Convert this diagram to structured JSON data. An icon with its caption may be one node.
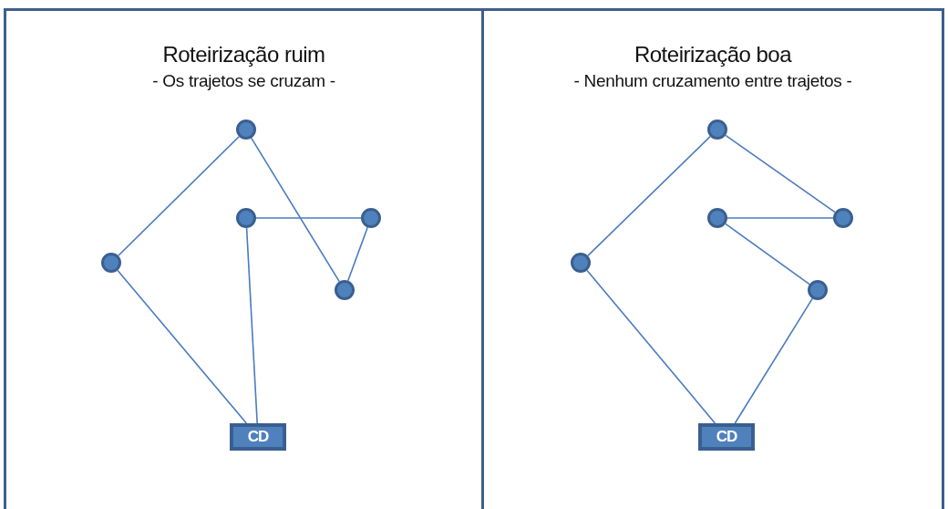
{
  "diagram": {
    "nodes": [
      {
        "text": [
          "Roteirização ruim",
          "- Os trajetos se cruzam -"
        ]
      },
      {
        "text": [],
        "shape": "circle",
        "in": 0
      },
      {
        "text": [],
        "shape": "circle",
        "in": 0
      },
      {
        "text": [],
        "shape": "circle",
        "in": 0
      },
      {
        "text": [],
        "shape": "circle",
        "in": 0
      },
      {
        "text": [],
        "shape": "circle",
        "in": 0
      },
      {
        "text": [
          "CD"
        ],
        "in": 0
      },
      {
        "text": [
          "Roteirização boa",
          "- Nenhum cruzamento entre trajetos -"
        ]
      },
      {
        "text": [],
        "shape": "circle",
        "in": 7
      },
      {
        "text": [],
        "shape": "circle",
        "in": 7
      },
      {
        "text": [],
        "shape": "circle",
        "in": 7
      },
      {
        "text": [],
        "shape": "circle",
        "in": 7
      },
      {
        "text": [],
        "shape": "circle",
        "in": 7
      },
      {
        "text": [
          "CD"
        ],
        "in": 7
      }
    ],
    "edges": [
      {
        "from": 6,
        "to": 4,
        "arrow": "none"
      },
      {
        "from": 4,
        "to": 1,
        "arrow": "none"
      },
      {
        "from": 1,
        "to": 5,
        "arrow": "none"
      },
      {
        "from": 5,
        "to": 3,
        "arrow": "none"
      },
      {
        "from": 3,
        "to": 2,
        "arrow": "none"
      },
      {
        "from": 2,
        "to": 6,
        "arrow": "none"
      },
      {
        "from": 13,
        "to": 11,
        "arrow": "none"
      },
      {
        "from": 11,
        "to": 8,
        "arrow": "none"
      },
      {
        "from": 8,
        "to": 10,
        "arrow": "none"
      },
      {
        "from": 10,
        "to": 9,
        "arrow": "none"
      },
      {
        "from": 9,
        "to": 12,
        "arrow": "none"
      },
      {
        "from": 12,
        "to": 13,
        "arrow": "none"
      }
    ]
  }
}
